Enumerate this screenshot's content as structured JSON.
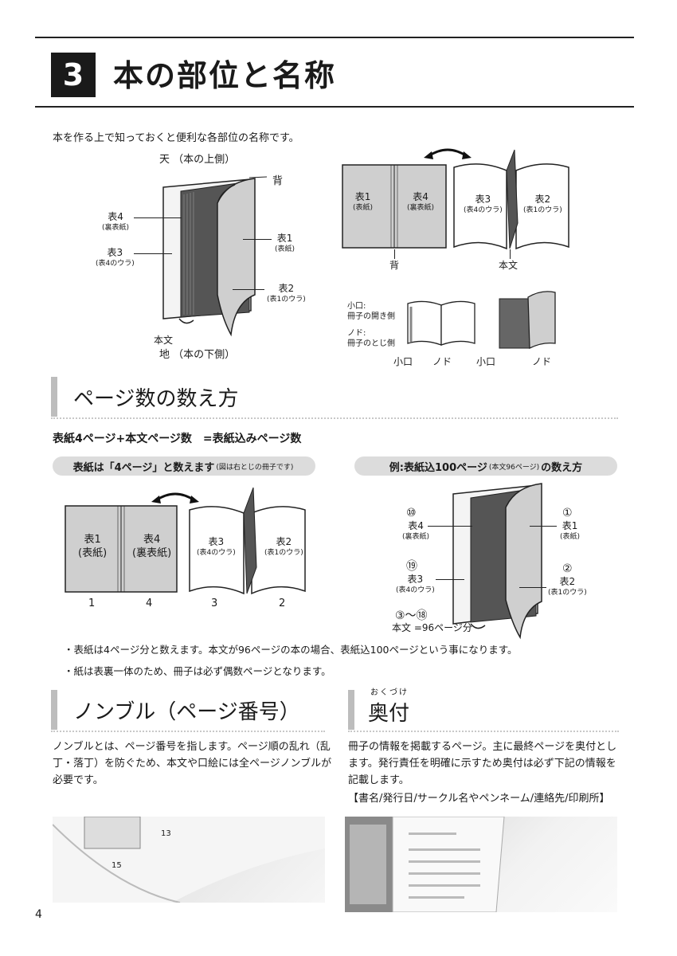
{
  "chapter": {
    "number": "3",
    "title": "本の部位と名称"
  },
  "intro": "本を作る上で知っておくと便利な各部位の名称です。",
  "anatomy": {
    "top": "天 （本の上側）",
    "bottom": "地 （本の下側）",
    "spine": "背",
    "cover4": "表4",
    "cover4_sub": "(裏表紙)",
    "cover3": "表3",
    "cover3_sub": "(表4のウラ)",
    "cover1": "表1",
    "cover1_sub": "(表紙)",
    "cover2": "表2",
    "cover2_sub": "(表1のウラ)",
    "body": "本文"
  },
  "spread": {
    "c1": "表1",
    "c1_sub": "(表紙)",
    "c4": "表4",
    "c4_sub": "(裏表紙)",
    "c3": "表3",
    "c3_sub": "(表4のウラ)",
    "c2": "表2",
    "c2_sub": "(表1のウラ)",
    "spine": "背",
    "body": "本文"
  },
  "edges": {
    "koguchi_label": "小口:",
    "koguchi_desc": "冊子の開き側",
    "nodo_label": "ノド:",
    "nodo_desc": "冊子のとじ側",
    "l1": "小口",
    "l2": "ノド",
    "l3": "小口",
    "l4": "ノド"
  },
  "pages_section": {
    "title": "ページ数の数え方",
    "formula": "表紙4ページ+本文ページ数　=表紙込みページ数",
    "pill_left_main": "表紙は「4ページ」と数えます",
    "pill_left_note": "(図は右とじの冊子です)",
    "pill_right_main": "例:表紙込100ページ",
    "pill_right_note": "(本文96ページ)",
    "pill_right_tail": "の数え方",
    "c1": "表1",
    "c1_sub": "(表紙)",
    "c4": "表4",
    "c4_sub": "(裏表紙)",
    "c3": "表3",
    "c3_sub": "(表4のウラ)",
    "c2": "表2",
    "c2_sub": "(表1のウラ)",
    "n1": "1",
    "n4": "4",
    "n3": "3",
    "n2": "2",
    "ex": {
      "m100": "⑩",
      "c4": "表4",
      "c4_sub": "(裏表紙)",
      "m99": "⑲",
      "c3": "表3",
      "c3_sub": "(表4のウラ)",
      "m1": "①",
      "c1": "表1",
      "c1_sub": "(表紙)",
      "m2": "②",
      "c2": "表2",
      "c2_sub": "(表1のウラ)",
      "range": "③〜⑱",
      "body": "本文 =96ページ分"
    },
    "note1": "・表紙は4ページ分と数えます。本文が96ページの本の場合、表紙込100ページという事になります。",
    "note2": "・紙は表裏一体のため、冊子は必ず偶数ページとなります。"
  },
  "nombre": {
    "title": "ノンブル（ページ番号）",
    "body1": "ノンブルとは、ページ番号を指します。ページ順の乱れ（乱",
    "body2": "丁・落丁）を防ぐため、本文や口絵には全ページノンブルが",
    "body3": "必要です。",
    "photo_n1": "13",
    "photo_n2": "15"
  },
  "colophon": {
    "ruby": "おくづけ",
    "title": "奥付",
    "body1": "冊子の情報を掲載するページ。主に最終ページを奥付とし",
    "body2": "ます。発行責任を明確に示すため奥付は必ず下記の情報を",
    "body3": "記載します。",
    "items": "【書名/発行日/サークル名やペンネーム/連絡先/印刷所】"
  },
  "page_number": "4"
}
